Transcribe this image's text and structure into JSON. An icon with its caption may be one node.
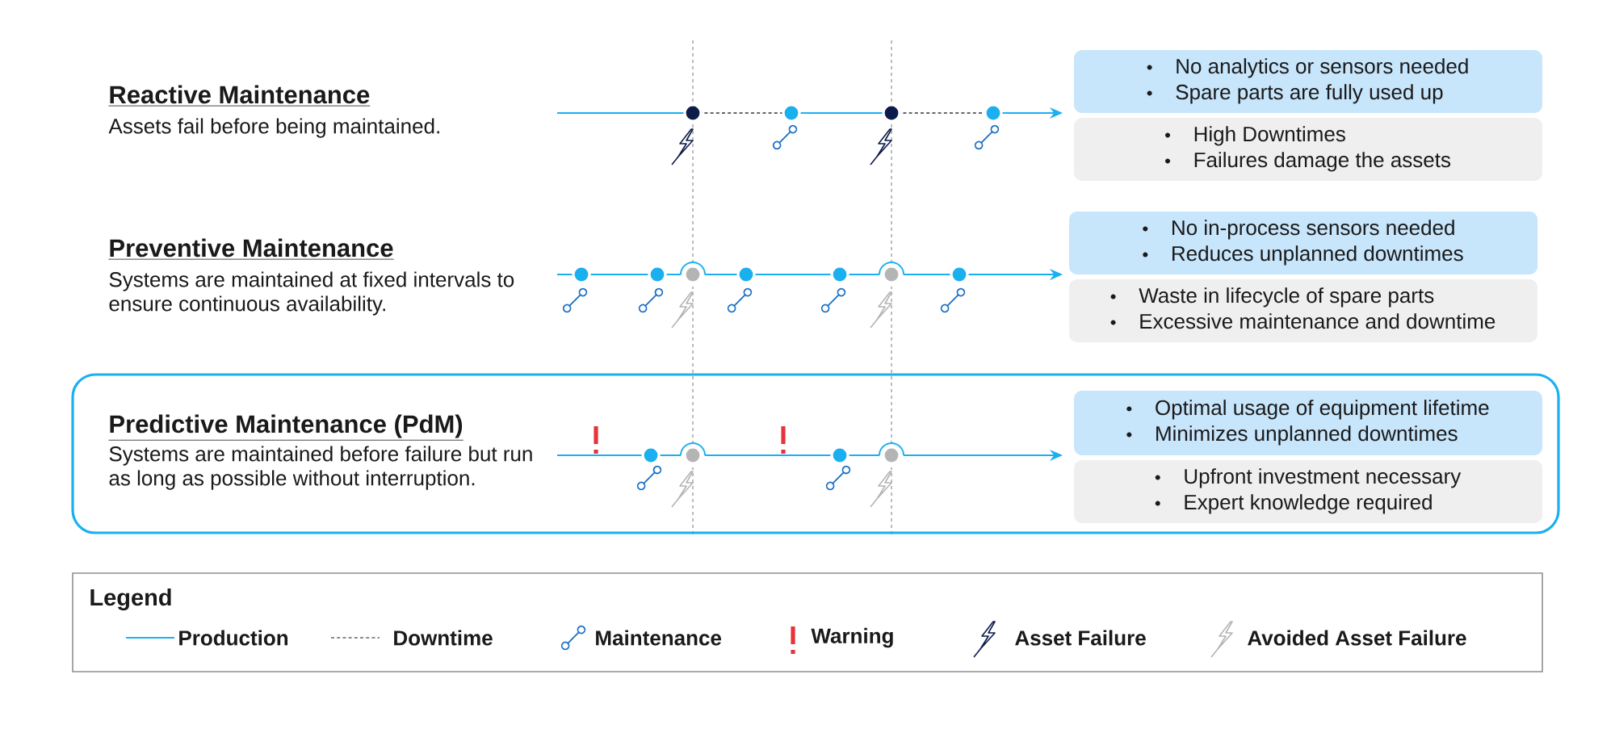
{
  "diagram": {
    "nodes": [
      {
        "text": [
          "No analytics or sensors needed",
          "Spare parts are fully used up"
        ]
      },
      {
        "text": [
          "High Downtimes",
          "Failures damage the assets"
        ]
      },
      {
        "text": [
          "No in-process sensors needed",
          "Reduces unplanned downtimes"
        ]
      },
      {
        "text": [
          "Waste in lifecycle of spare parts",
          "Excessive maintenance and downtime"
        ]
      },
      {
        "text": [
          "Predictive Maintenance (PdM)",
          "Systems are maintained before failure but run as long as possible without interruption."
        ]
      },
      {
        "text": [
          "Optimal usage of equipment lifetime",
          "Minimizes unplanned downtimes"
        ],
        "in": 4
      },
      {
        "text": [
          "Upfront investment necessary",
          "Expert knowledge required"
        ],
        "in": 4
      }
    ],
    "labels": [
      "Reactive Maintenance",
      "Assets fail before being maintained.",
      "Preventive Maintenance",
      "Systems are maintained at fixed intervals to ensure continuous availability.",
      "Legend"
    ],
    "legend": [
      {
        "text": "Production"
      },
      {
        "text": "Downtime"
      },
      {
        "text": "Maintenance"
      },
      {
        "text": "Warning"
      },
      {
        "text": "Asset Failure"
      },
      {
        "text": "Avoided Asset Failure"
      }
    ]
  }
}
